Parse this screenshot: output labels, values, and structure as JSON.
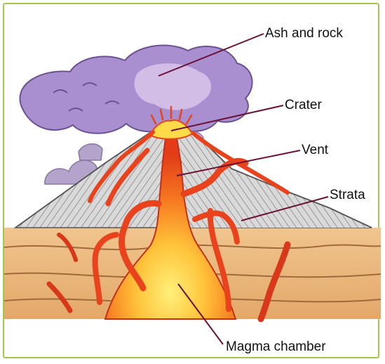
{
  "diagram": {
    "labels": {
      "ash_and_rock": "Ash and rock",
      "crater": "Crater",
      "vent": "Vent",
      "strata": "Strata",
      "magma_chamber": "Magma chamber"
    },
    "colors": {
      "border": "#a3c84b",
      "leader_line": "#6b1035",
      "ash_cloud": "#a98fd0",
      "ash_cloud_light": "#d2bde4",
      "strata": "#bfbfbf",
      "ground": "#e8b67d",
      "ground_light": "#f2cf9f",
      "magma": "#e8431c",
      "magma_core": "#ffd43a"
    }
  }
}
